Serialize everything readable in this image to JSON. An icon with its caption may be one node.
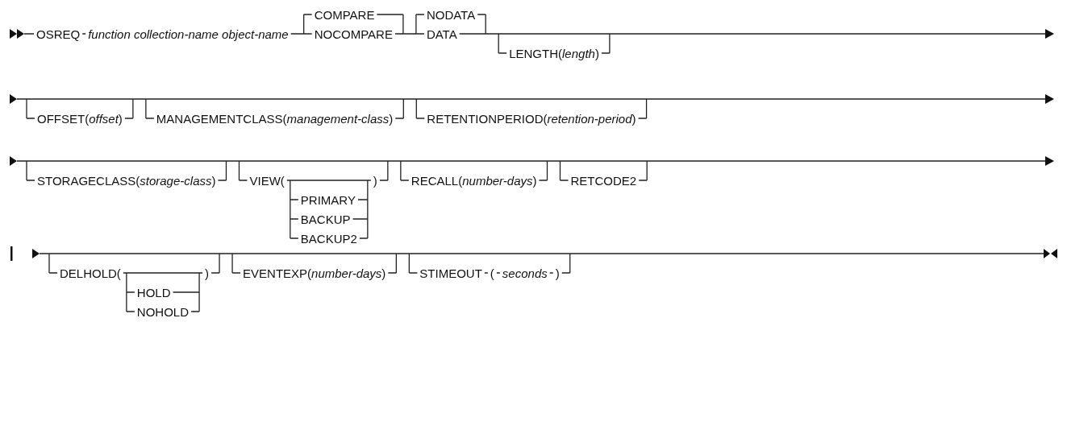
{
  "diagram": {
    "labels": [
      "OSREQ",
      "function collection-name object-name",
      "COMPARE",
      "NOCOMPARE",
      "NODATA",
      "DATA",
      "LENGTH(*length*)",
      "OFFSET(*offset*)",
      "MANAGEMENTCLASS(*management-class*)",
      "RETENTIONPERIOD(*retention-period*)",
      "STORAGECLASS(*storage-class*)",
      "VIEW(",
      ")",
      "PRIMARY",
      "BACKUP",
      "BACKUP2",
      "RECALL(*number-days*)",
      "RETCODE2",
      "DELHOLD(",
      ")",
      "HOLD",
      "NOHOLD",
      "EVENTEXP(*number-days*)",
      "STIMEOUT",
      "(",
      "seconds",
      ")"
    ]
  }
}
